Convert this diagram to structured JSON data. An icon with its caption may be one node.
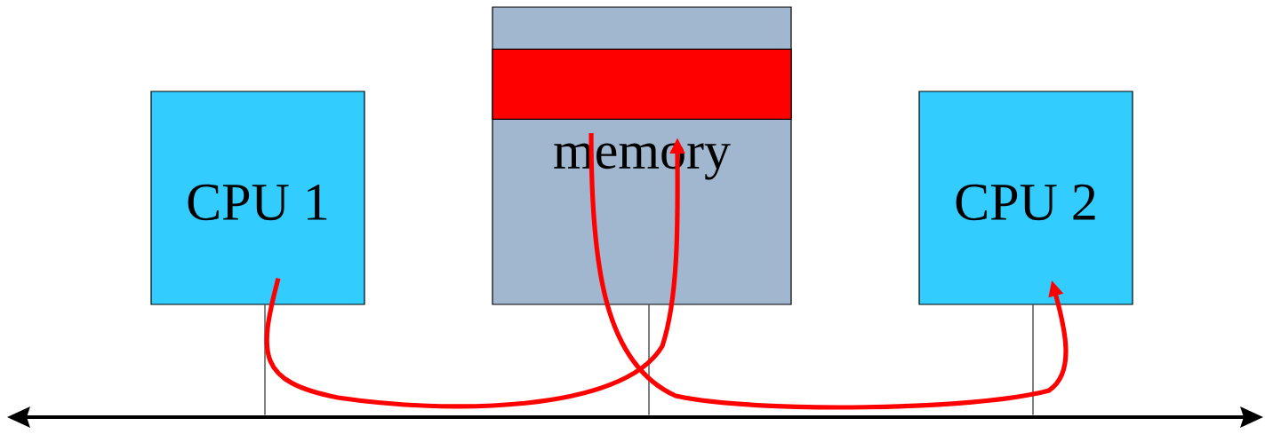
{
  "diagram": {
    "nodes": [
      {
        "text": [
          "CPU 1"
        ]
      },
      {
        "text": [
          "memory"
        ]
      },
      {
        "text": [],
        "shape": "bar",
        "in": 1
      },
      {
        "text": [
          "CPU 2"
        ]
      },
      {
        "text": [],
        "shape": "bar"
      }
    ],
    "edges": [
      {
        "from": 0,
        "to": 4,
        "arrow": "none"
      },
      {
        "from": 1,
        "to": 4,
        "arrow": "none"
      },
      {
        "from": 3,
        "to": 4,
        "arrow": "none"
      },
      {
        "from": 0,
        "to": 2,
        "arrow": "to",
        "style": "thick",
        "color": "#ff0000"
      },
      {
        "from": 2,
        "to": 3,
        "arrow": "to",
        "style": "thick",
        "color": "#ff0000"
      }
    ]
  }
}
